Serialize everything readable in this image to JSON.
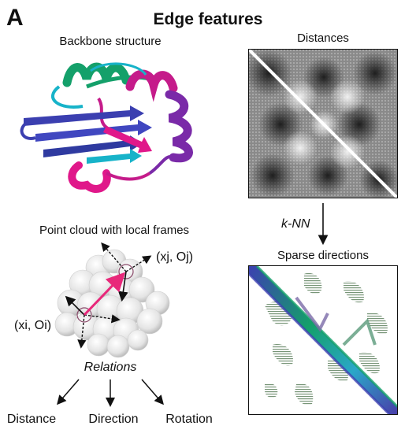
{
  "figure": {
    "panel_letter": "A",
    "title": "Edge features"
  },
  "left": {
    "backbone_label": "Backbone structure",
    "pointcloud_label": "Point cloud with local frames",
    "frame_j": "(xj, Oj)",
    "frame_i": "(xi, Oi)",
    "relations_label": "Relations",
    "outputs": [
      "Distance",
      "Direction",
      "Rotation"
    ]
  },
  "right": {
    "distances_label": "Distances",
    "knn_label": "k-NN",
    "sparse_label": "Sparse directions"
  },
  "colors": {
    "helix_green": "#14a06a",
    "sheet_blue": "#3b3fb0",
    "loop_cyan": "#17b3c9",
    "magenta": "#e0188a",
    "purple": "#7a2aa8",
    "arrow_pink": "#e8287a"
  }
}
